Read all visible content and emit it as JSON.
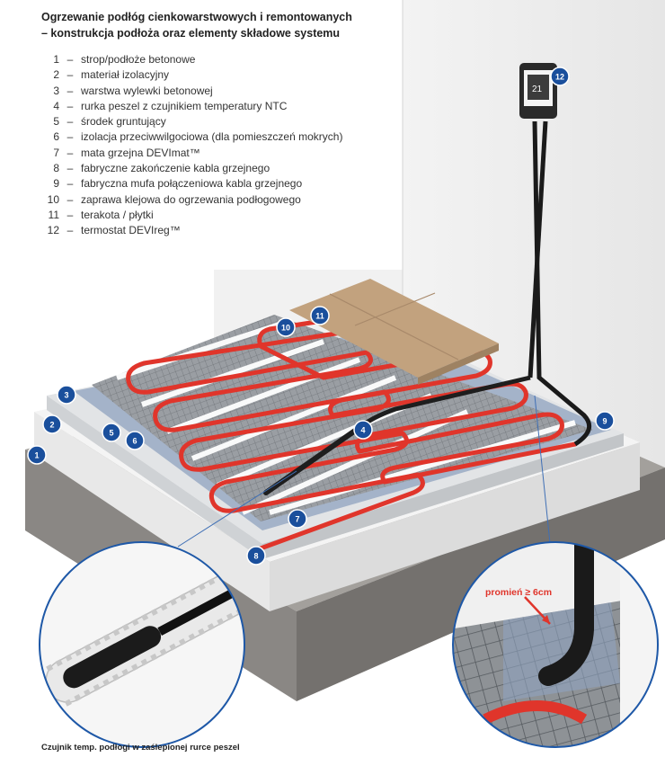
{
  "title_lines": [
    "Ogrzewanie podłóg cienkowarstwowych i remontowanych",
    "– konstrukcja podłoża  oraz elementy składowe systemu"
  ],
  "legend": [
    {
      "num": "1",
      "text": "strop/podłoże betonowe"
    },
    {
      "num": "2",
      "text": "materiał izolacyjny"
    },
    {
      "num": "3",
      "text": "warstwa wylewki betonowej"
    },
    {
      "num": "4",
      "text": "rurka peszel z czujnikiem temperatury NTC"
    },
    {
      "num": "5",
      "text": "środek gruntujący"
    },
    {
      "num": "6",
      "text": "izolacja przeciwwilgociowa (dla pomieszczeń mokrych)"
    },
    {
      "num": "7",
      "text": "mata grzejna DEVImat™"
    },
    {
      "num": "8",
      "text": "fabryczne zakończenie kabla grzejnego"
    },
    {
      "num": "9",
      "text": "fabryczna mufa połączeniowa kabla grzejnego"
    },
    {
      "num": "10",
      "text": "zaprawa klejowa do ogrzewania podłogowego"
    },
    {
      "num": "11",
      "text": "terakota / płytki"
    },
    {
      "num": "12",
      "text": "termostat DEVIreg™"
    }
  ],
  "callouts": [
    "1",
    "2",
    "3",
    "4",
    "5",
    "6",
    "7",
    "8",
    "9",
    "10",
    "11",
    "12"
  ],
  "radius_label": "promień ≥ 6cm",
  "caption": "Czujnik temp. podłogi w zaślepionej rurce peszel",
  "colors": {
    "callout_blue": "#1a4f9c",
    "cable_red": "#e0352b",
    "insulation": "#eeeeee",
    "concrete": "#8a8784",
    "tile": "#c2a27e"
  }
}
